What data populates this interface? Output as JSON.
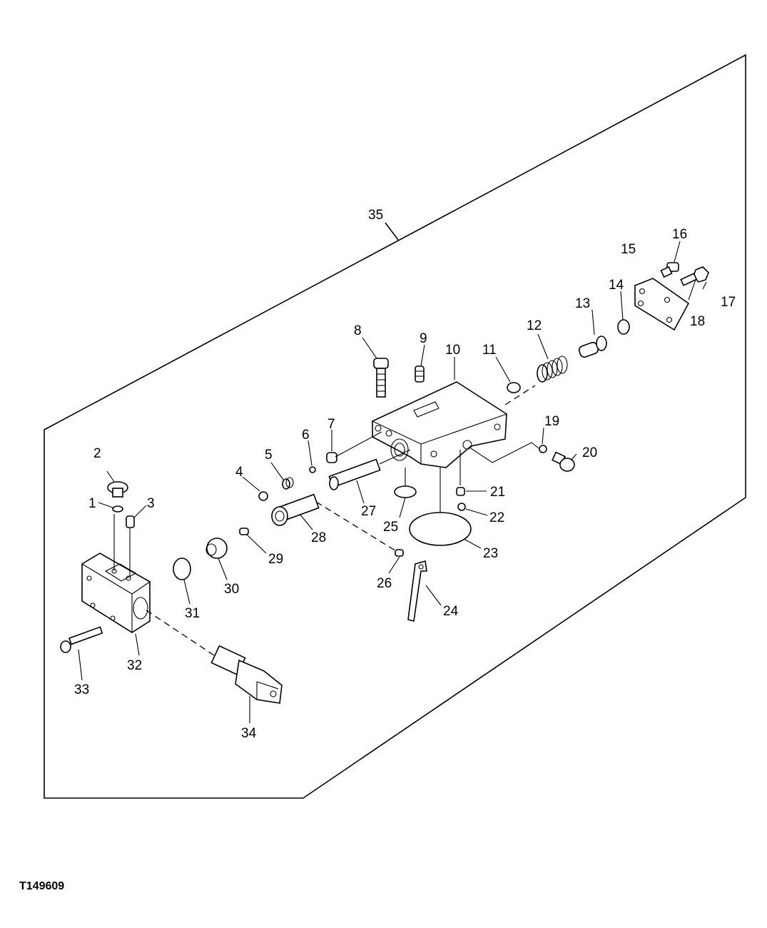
{
  "figure_id": "T149609",
  "callouts": [
    {
      "id": "1",
      "text": "1"
    },
    {
      "id": "2",
      "text": "2"
    },
    {
      "id": "3",
      "text": "3"
    },
    {
      "id": "4",
      "text": "4"
    },
    {
      "id": "5",
      "text": "5"
    },
    {
      "id": "6",
      "text": "6"
    },
    {
      "id": "7",
      "text": "7"
    },
    {
      "id": "8",
      "text": "8"
    },
    {
      "id": "9",
      "text": "9"
    },
    {
      "id": "10",
      "text": "10"
    },
    {
      "id": "11",
      "text": "11"
    },
    {
      "id": "12",
      "text": "12"
    },
    {
      "id": "13",
      "text": "13"
    },
    {
      "id": "14",
      "text": "14"
    },
    {
      "id": "15",
      "text": "15"
    },
    {
      "id": "16",
      "text": "16"
    },
    {
      "id": "17",
      "text": "17"
    },
    {
      "id": "18",
      "text": "18"
    },
    {
      "id": "19",
      "text": "19"
    },
    {
      "id": "20",
      "text": "20"
    },
    {
      "id": "21",
      "text": "21"
    },
    {
      "id": "22",
      "text": "22"
    },
    {
      "id": "23",
      "text": "23"
    },
    {
      "id": "24",
      "text": "24"
    },
    {
      "id": "25",
      "text": "25"
    },
    {
      "id": "26",
      "text": "26"
    },
    {
      "id": "27",
      "text": "27"
    },
    {
      "id": "28",
      "text": "28"
    },
    {
      "id": "29",
      "text": "29"
    },
    {
      "id": "30",
      "text": "30"
    },
    {
      "id": "31",
      "text": "31"
    },
    {
      "id": "32",
      "text": "32"
    },
    {
      "id": "33",
      "text": "33"
    },
    {
      "id": "34",
      "text": "34"
    },
    {
      "id": "35",
      "text": "35"
    }
  ]
}
